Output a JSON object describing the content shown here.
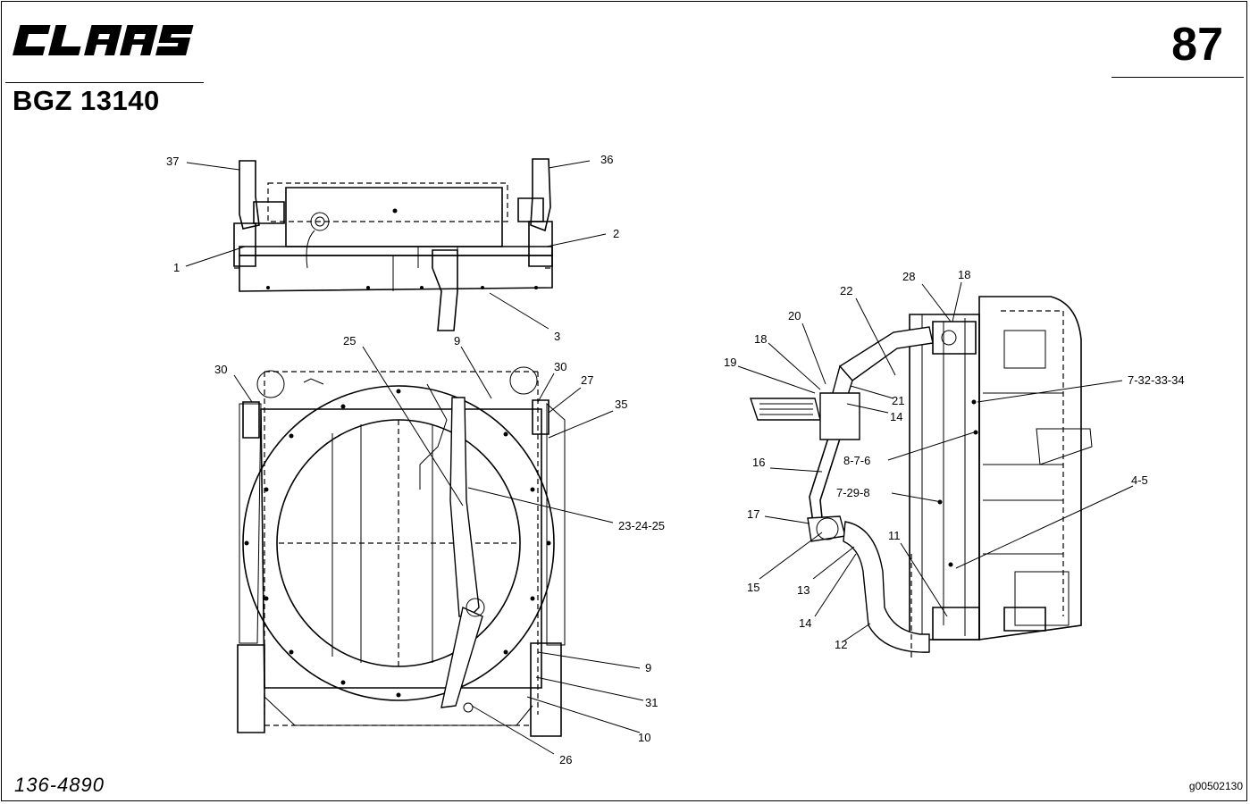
{
  "header": {
    "brand": "CLAAS",
    "doc_code": "BGZ 13140",
    "page_number": "87"
  },
  "footer": {
    "part_number": "136-4890",
    "image_ref": "g00502130"
  },
  "callouts": {
    "c37": "37",
    "c36": "36",
    "c1": "1",
    "c2": "2",
    "c3": "3",
    "c25a": "25",
    "c9a": "9",
    "c30a": "30",
    "c30b": "30",
    "c27": "27",
    "c35": "35",
    "c23": "23-24-25",
    "c9b": "9",
    "c31": "31",
    "c10": "10",
    "c26": "26",
    "c28": "28",
    "c18a": "18",
    "c22": "22",
    "c20": "20",
    "c18b": "18",
    "c19": "19",
    "c7_32": "7-32-33-34",
    "c21": "21",
    "c14a": "14",
    "c8_7_6": "8-7-6",
    "c16": "16",
    "c7_29": "7-29-8",
    "c4_5": "4-5",
    "c17": "17",
    "c11": "11",
    "c15": "15",
    "c13": "13",
    "c14b": "14",
    "c12": "12"
  }
}
